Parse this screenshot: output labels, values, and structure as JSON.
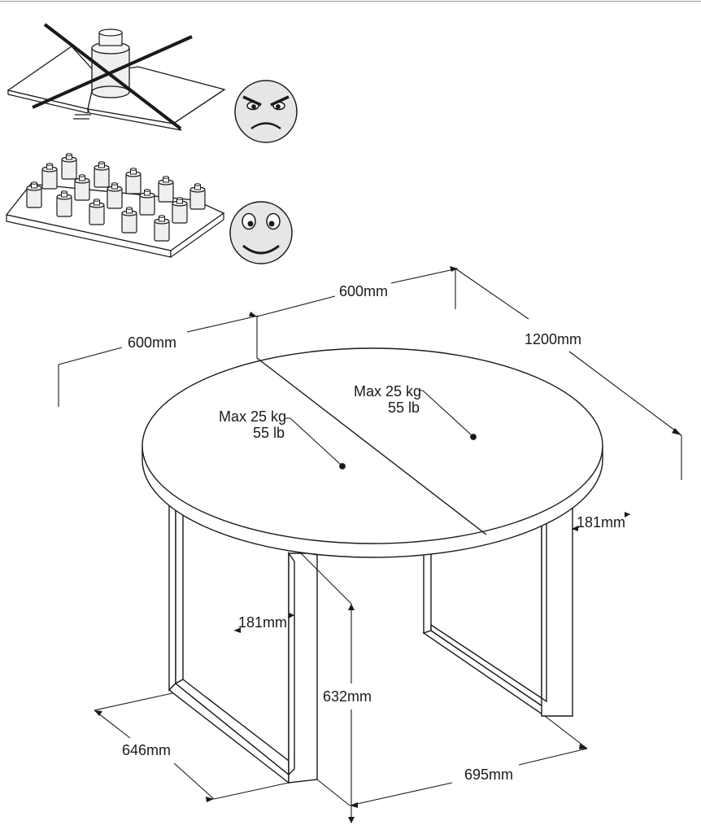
{
  "dimensions": {
    "top_right_width": "600mm",
    "top_left_width": "600mm",
    "length": "1200mm",
    "leg_width_right": "181mm",
    "leg_width_center": "181mm",
    "height": "632mm",
    "depth": "646mm",
    "base_length": "695mm"
  },
  "load_left": {
    "kg": "Max 25 kg",
    "lb": "55 lb"
  },
  "load_right": {
    "kg": "Max 25 kg",
    "lb": "55 lb"
  },
  "icons": {
    "bad": "crossed-out-single-weight-icon",
    "bad_face": "angry-face-icon",
    "good": "distributed-weights-icon",
    "good_face": "happy-face-icon"
  },
  "colors": {
    "line": "#1a1a1a",
    "fill": "#ffffff",
    "face": "#e6e6e6",
    "weight": "#efefef"
  }
}
